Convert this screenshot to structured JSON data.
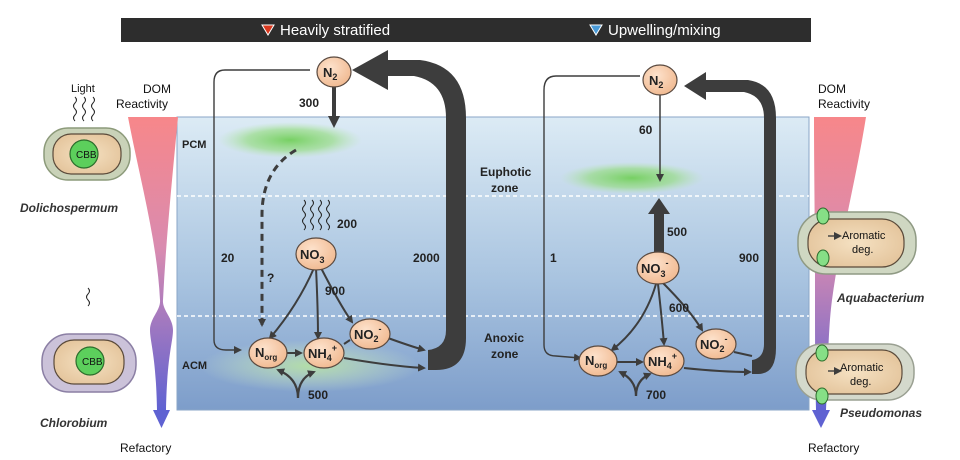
{
  "header": {
    "left_title": "Heavily stratified",
    "right_title": "Upwelling/mixing",
    "left_marker_color": "#d9381e",
    "right_marker_color": "#4a9bd8",
    "background": "#2d2d2d"
  },
  "left_panel": {
    "dom_label_line1": "DOM",
    "dom_label_line2": "Reactivity",
    "bottom_label": "Refactory",
    "organism_top": "Dolichospermum",
    "organism_bottom": "Chlorobium",
    "light_label": "Light",
    "cbb_label": "CBB"
  },
  "stratified": {
    "pcm_label": "PCM",
    "acm_label": "ACM",
    "n2": "N",
    "n2_sub": "2",
    "no3": "NO",
    "no3_sub": "3",
    "no3_sup": "-",
    "norg": "N",
    "norg_sub": "org",
    "nh4": "NH",
    "nh4_sub": "4",
    "nh4_sup": "+",
    "no2": "NO",
    "no2_sub": "2",
    "no2_sup": "-",
    "flux_300": "300",
    "flux_20": "20",
    "flux_unknown": "?",
    "flux_200": "200",
    "flux_900": "900",
    "flux_2000": "2000",
    "flux_500": "500"
  },
  "zones": {
    "euphotic_line1": "Euphotic",
    "euphotic_line2": "zone",
    "anoxic_line1": "Anoxic",
    "anoxic_line2": "zone"
  },
  "upwelling": {
    "flux_60": "60",
    "flux_500": "500",
    "flux_1": "1",
    "flux_900": "900",
    "flux_600": "600",
    "flux_700": "700"
  },
  "right_panel": {
    "dom_label_line1": "DOM",
    "dom_label_line2": "Reactivity",
    "bottom_label": "Refactory",
    "organism_top": "Aquabacterium",
    "organism_bottom": "Pseudomonas",
    "aromatic_line1": "Aromatic",
    "aromatic_line2": "deg."
  },
  "colors": {
    "dom_top": "#f58a8a",
    "dom_bottom": "#6a6ad6",
    "water_top": "#dbeaf4",
    "water_bottom": "#7f9fcc",
    "bloom": "#7ed36a",
    "node_fill": "#f5c8a4"
  }
}
